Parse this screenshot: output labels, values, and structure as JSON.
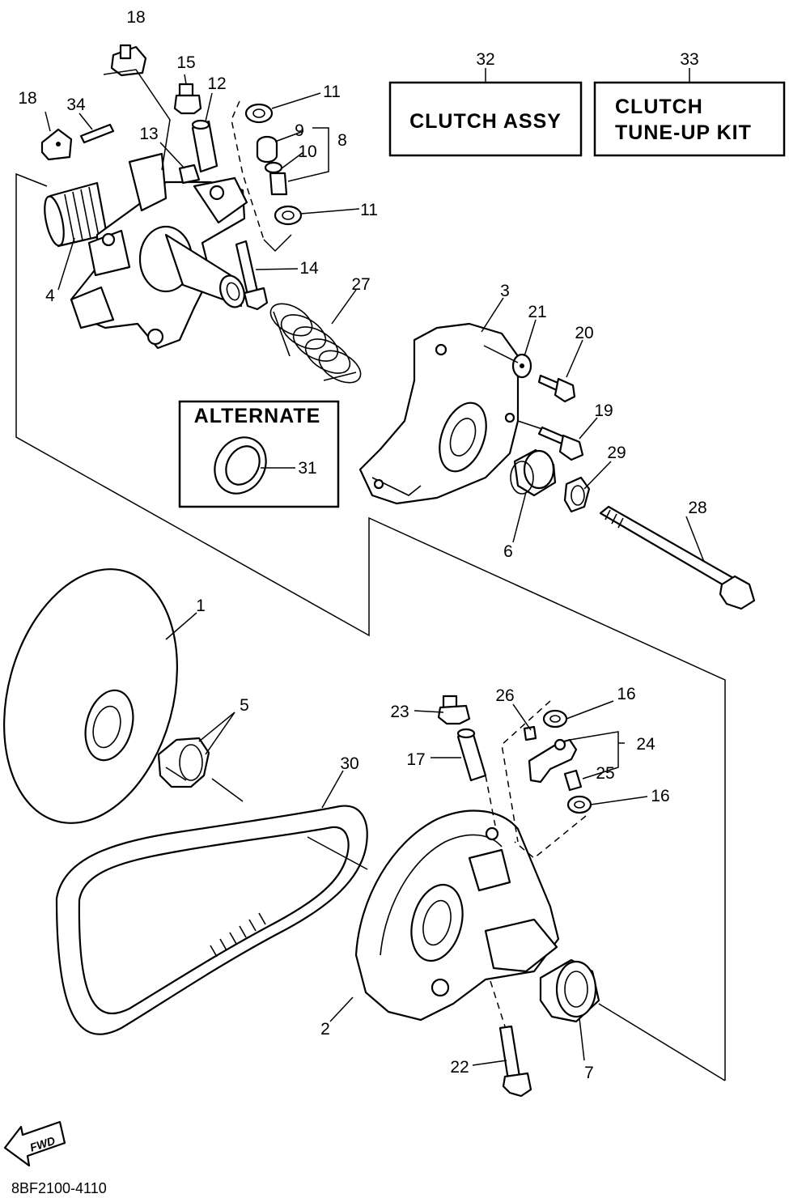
{
  "diagram_code": "8BF2100-4110",
  "boxes": {
    "clutch_assy": {
      "ref": "32",
      "label": "CLUTCH ASSY"
    },
    "tuneup_kit": {
      "ref": "33",
      "line1": "CLUTCH",
      "line2": "TUNE-UP KIT"
    },
    "alternate": {
      "label": "ALTERNATE",
      "ref": "31"
    }
  },
  "fwd_label": "FWD",
  "callouts": {
    "c1": "1",
    "c2": "2",
    "c3": "3",
    "c4": "4",
    "c5": "5",
    "c6": "6",
    "c7": "7",
    "c8": "8",
    "c9": "9",
    "c10": "10",
    "c11a": "11",
    "c11b": "11",
    "c12": "12",
    "c13": "13",
    "c14": "14",
    "c15": "15",
    "c16a": "16",
    "c16b": "16",
    "c17": "17",
    "c18a": "18",
    "c18b": "18",
    "c19": "19",
    "c20": "20",
    "c21": "21",
    "c22": "22",
    "c23": "23",
    "c24": "24",
    "c25": "25",
    "c26": "26",
    "c27": "27",
    "c28": "28",
    "c29": "29",
    "c30": "30",
    "c34": "34"
  }
}
